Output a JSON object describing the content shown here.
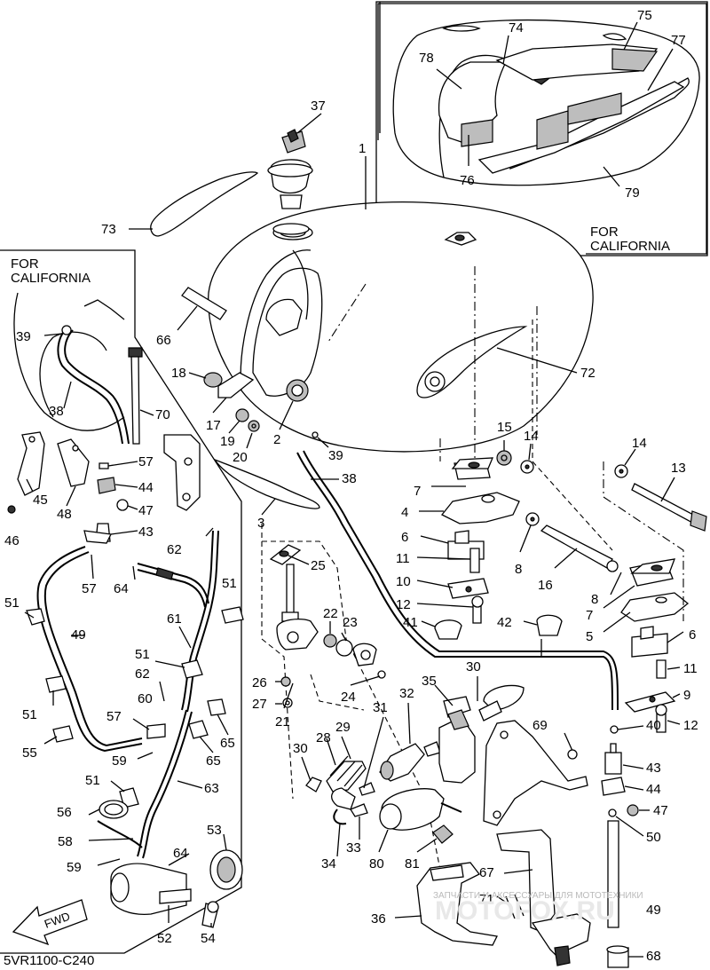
{
  "diagram": {
    "diagram_code": "5VR1100-C240",
    "fwd_label": "FWD",
    "inset_top_label_line1": "FOR",
    "inset_top_label_line2": "CALIFORNIA",
    "inset_left_label_line1": "FOR",
    "inset_left_label_line2": "CALIFORNIA",
    "watermark_small": "ЗАПЧАСТИ И АКСЕССУАРЫ ДЛЯ МОТОТЕХНИКИ",
    "watermark_big": "MOTOFOX.RU",
    "callouts": {
      "c1": "1",
      "c2": "2",
      "c3": "3",
      "c4": "4",
      "c5": "5",
      "c6a": "6",
      "c6b": "6",
      "c7a": "7",
      "c7b": "7",
      "c8a": "8",
      "c8b": "8",
      "c9": "9",
      "c10": "10",
      "c11a": "11",
      "c11b": "11",
      "c12a": "12",
      "c12b": "12",
      "c13": "13",
      "c14a": "14",
      "c14b": "14",
      "c15": "15",
      "c16": "16",
      "c17": "17",
      "c18": "18",
      "c19": "19",
      "c20": "20",
      "c21": "21",
      "c22": "22",
      "c23": "23",
      "c24": "24",
      "c25": "25",
      "c26": "26",
      "c27": "27",
      "c28": "28",
      "c29": "29",
      "c30a": "30",
      "c30b": "30",
      "c31": "31",
      "c32": "32",
      "c33": "33",
      "c34": "34",
      "c35": "35",
      "c36": "36",
      "c37": "37",
      "c38a": "38",
      "c38b": "38",
      "c39a": "39",
      "c39b": "39",
      "c40": "40",
      "c41": "41",
      "c42": "42",
      "c43a": "43",
      "c43b": "43",
      "c44a": "44",
      "c44b": "44",
      "c45": "45",
      "c46": "46",
      "c47a": "47",
      "c47b": "47",
      "c48": "48",
      "c49a": "49",
      "c49b": "49",
      "c50": "50",
      "c51a": "51",
      "c51b": "51",
      "c51c": "51",
      "c51d": "51",
      "c51e": "51",
      "c52": "52",
      "c53": "53",
      "c54": "54",
      "c55": "55",
      "c56": "56",
      "c57a": "57",
      "c57b": "57",
      "c57c": "57",
      "c58": "58",
      "c59a": "59",
      "c59b": "59",
      "c60": "60",
      "c61": "61",
      "c62a": "62",
      "c62b": "62",
      "c63": "63",
      "c64a": "64",
      "c64b": "64",
      "c65a": "65",
      "c65b": "65",
      "c66": "66",
      "c67": "67",
      "c68": "68",
      "c69": "69",
      "c70": "70",
      "c71": "71",
      "c72": "72",
      "c73": "73",
      "c74": "74",
      "c75": "75",
      "c76": "76",
      "c77": "77",
      "c78": "78",
      "c79": "79",
      "c80": "80",
      "c81": "81"
    }
  }
}
